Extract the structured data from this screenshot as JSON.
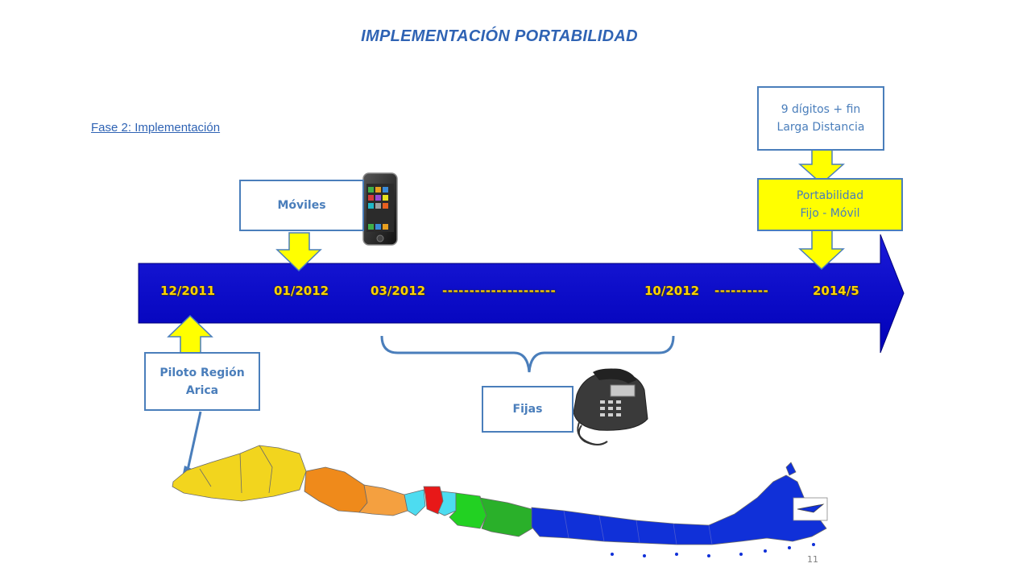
{
  "slide": {
    "title": "IMPLEMENTACIÓN PORTABILIDAD",
    "phase_link": "Fase 2: Implementación",
    "page_number": "11"
  },
  "timeline": {
    "dates": [
      "12/2011",
      "01/2012",
      "03/2012",
      "10/2012",
      "2014/5"
    ],
    "dash_long": "---------------------",
    "dash_short": "----------",
    "arrow_color": "#0000c8"
  },
  "boxes": {
    "moviles": "Móviles",
    "piloto": "Piloto Región\nArica",
    "fijas": "Fijas",
    "nueve_digitos": "9 dígitos + fin\nLarga Distancia",
    "portabilidad": "Portabilidad\nFijo - Móvil"
  },
  "colors": {
    "accent": "#2f63b4",
    "box_border": "#4a7ebb",
    "arrow_yellow": "#ffff00",
    "date_text": "#ffd200"
  },
  "icons": [
    "smartphone-icon",
    "desk-phone-icon",
    "chile-regions-map"
  ]
}
